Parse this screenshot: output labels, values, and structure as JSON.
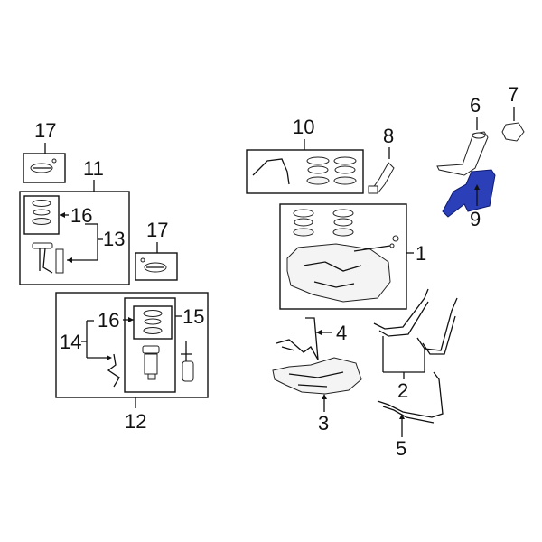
{
  "callouts": {
    "c1": "1",
    "c2": "2",
    "c3": "3",
    "c4": "4",
    "c5": "5",
    "c6": "6",
    "c7": "7",
    "c8": "8",
    "c9": "9",
    "c10": "10",
    "c11": "11",
    "c12": "12",
    "c13": "13",
    "c14": "14",
    "c15": "15",
    "c16a": "16",
    "c16b": "16",
    "c17a": "17",
    "c17b": "17"
  },
  "colors": {
    "highlight": "#2a3fb8",
    "line": "#111111",
    "background": "#ffffff"
  },
  "highlighted_part": "9"
}
